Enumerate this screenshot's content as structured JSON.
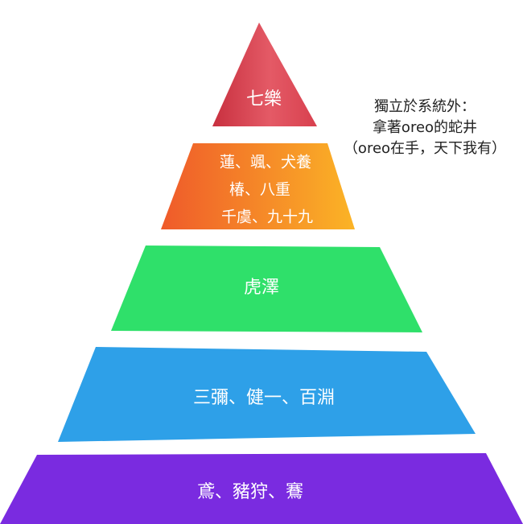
{
  "colors": {
    "tier_1": "#d94452",
    "tier_2": "#f6892b",
    "tier_3": "#2fe06a",
    "tier_4": "#2ea0e8",
    "tier_5": "#7a2be0",
    "label_text": "#ffffff",
    "note_text": "#222222"
  },
  "pyramid": {
    "tiers": [
      {
        "lines": [
          "七樂"
        ]
      },
      {
        "lines": [
          "蓮、颯、犬養",
          "椿、八重",
          "千虞、九十九"
        ]
      },
      {
        "lines": [
          "虎澤"
        ]
      },
      {
        "lines": [
          "三彌、健一、百淵"
        ]
      },
      {
        "lines": [
          "鳶、豬狩、鶱"
        ]
      }
    ]
  },
  "side_note": {
    "line_1": "獨立於系統外：",
    "line_2": "拿著oreo的蛇井",
    "line_3": "（oreo在手，天下我有）"
  }
}
